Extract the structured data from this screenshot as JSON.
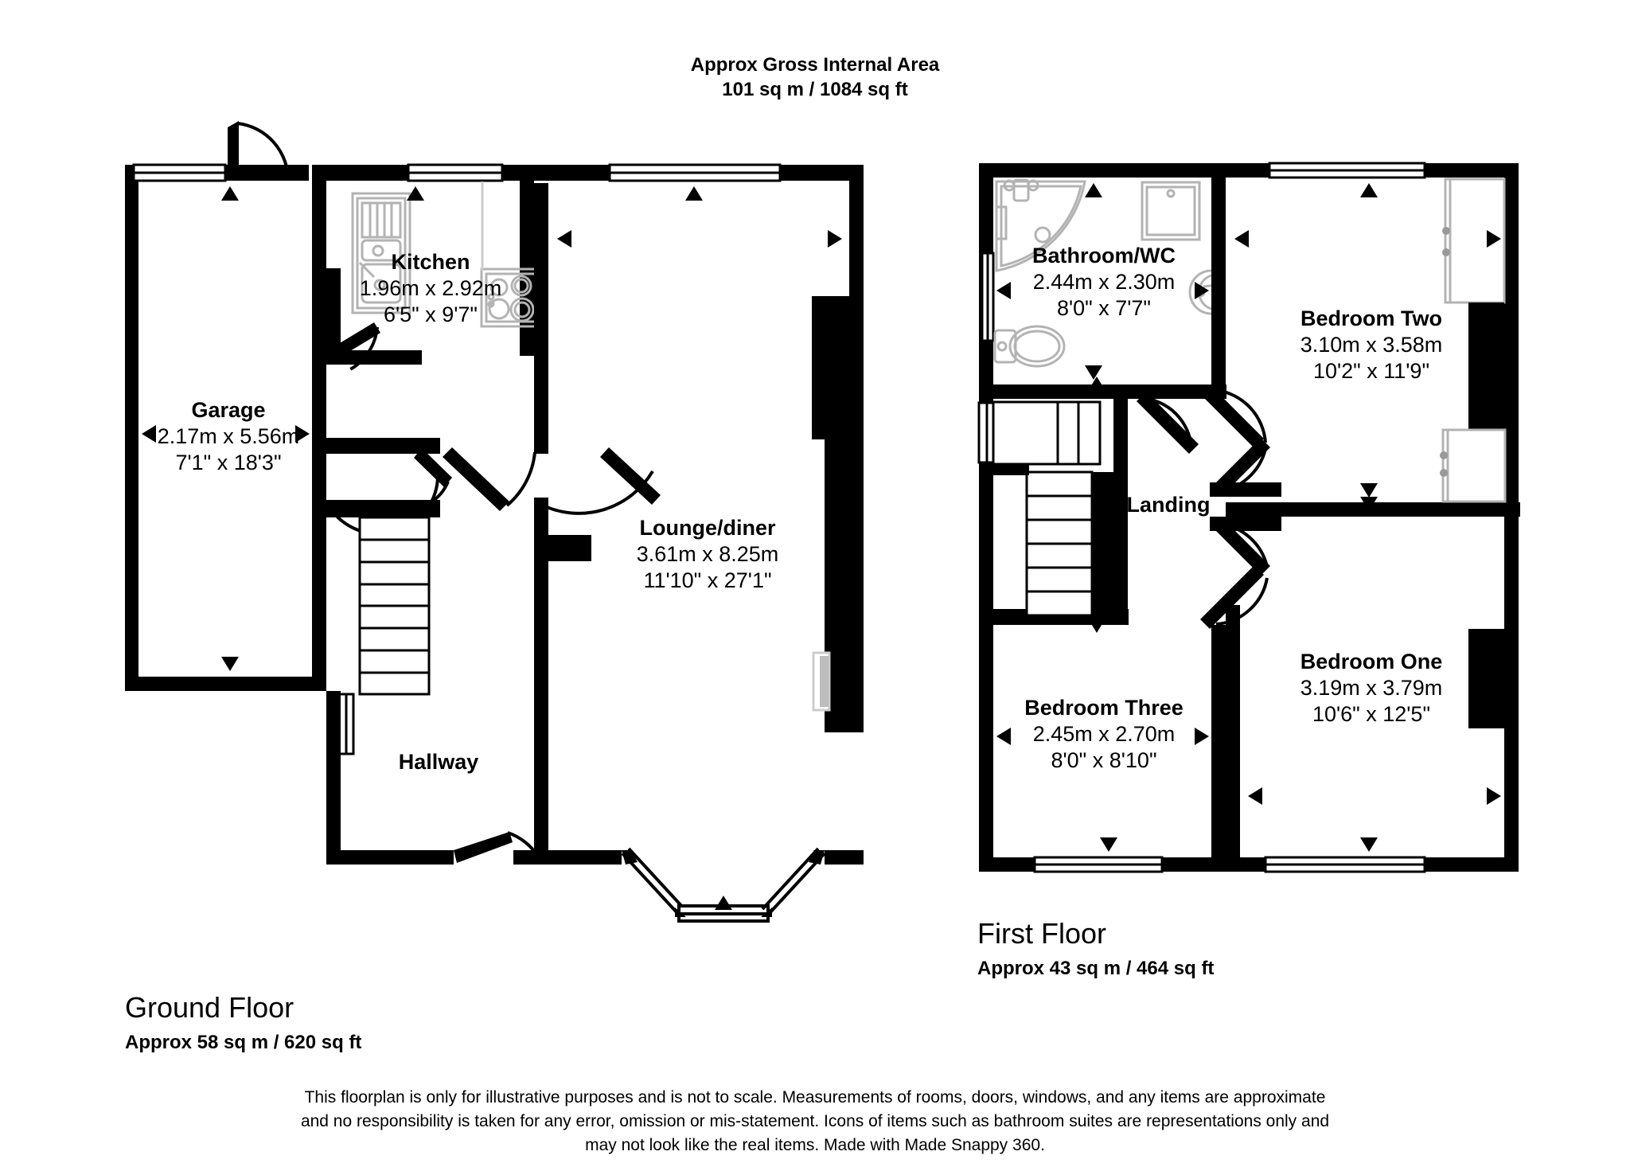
{
  "header": {
    "line1": "Approx Gross Internal Area",
    "line2": "101 sq m / 1084 sq ft"
  },
  "ground_floor": {
    "title": "Ground Floor",
    "area": "Approx 58 sq m / 620 sq ft",
    "rooms": [
      {
        "name": "Kitchen",
        "metric": "1.96m x 2.92m",
        "imperial": "6'5\" x 9'7\""
      },
      {
        "name": "Garage",
        "metric": "2.17m x 5.56m",
        "imperial": "7'1\" x 18'3\""
      },
      {
        "name": "Lounge/diner",
        "metric": "3.61m x 8.25m",
        "imperial": "11'10\" x 27'1\""
      },
      {
        "name": "Hallway",
        "metric": "",
        "imperial": ""
      }
    ]
  },
  "first_floor": {
    "title": "First Floor",
    "area": "Approx 43 sq m / 464 sq ft",
    "rooms": [
      {
        "name": "Bathroom/WC",
        "metric": "2.44m x 2.30m",
        "imperial": "8'0\" x 7'7\""
      },
      {
        "name": "Bedroom Two",
        "metric": "3.10m x 3.58m",
        "imperial": "10'2\" x 11'9\""
      },
      {
        "name": "Bedroom One",
        "metric": "3.19m x 3.79m",
        "imperial": "10'6\" x 12'5\""
      },
      {
        "name": "Bedroom Three",
        "metric": "2.45m x 2.70m",
        "imperial": "8'0\" x 8'10\""
      },
      {
        "name": "Landing",
        "metric": "",
        "imperial": ""
      }
    ]
  },
  "fixtures": {
    "sink": "kitchen-sink-icon",
    "hob": "kitchen-hob-icon",
    "bath": "corner-bath-icon",
    "shower": "shower-tray-icon",
    "toilet": "toilet-icon",
    "basin": "wash-basin-icon",
    "stairs_ground": "staircase-icon",
    "stairs_first": "staircase-icon",
    "wardrobe": "wardrobe-icon"
  },
  "disclaimer": {
    "line1": "This floorplan is only for illustrative purposes and is not to scale. Measurements of rooms, doors, windows, and any items are approximate",
    "line2": "and no responsibility is taken for any error, omission or mis-statement. Icons of items such as bathroom suites are representations only and",
    "line3": "may not look like the real items. Made with Made Snappy 360."
  },
  "colors": {
    "wall": "#000000",
    "background": "#ffffff",
    "fixture_outline": "#b3b3b3",
    "text": "#000000"
  }
}
